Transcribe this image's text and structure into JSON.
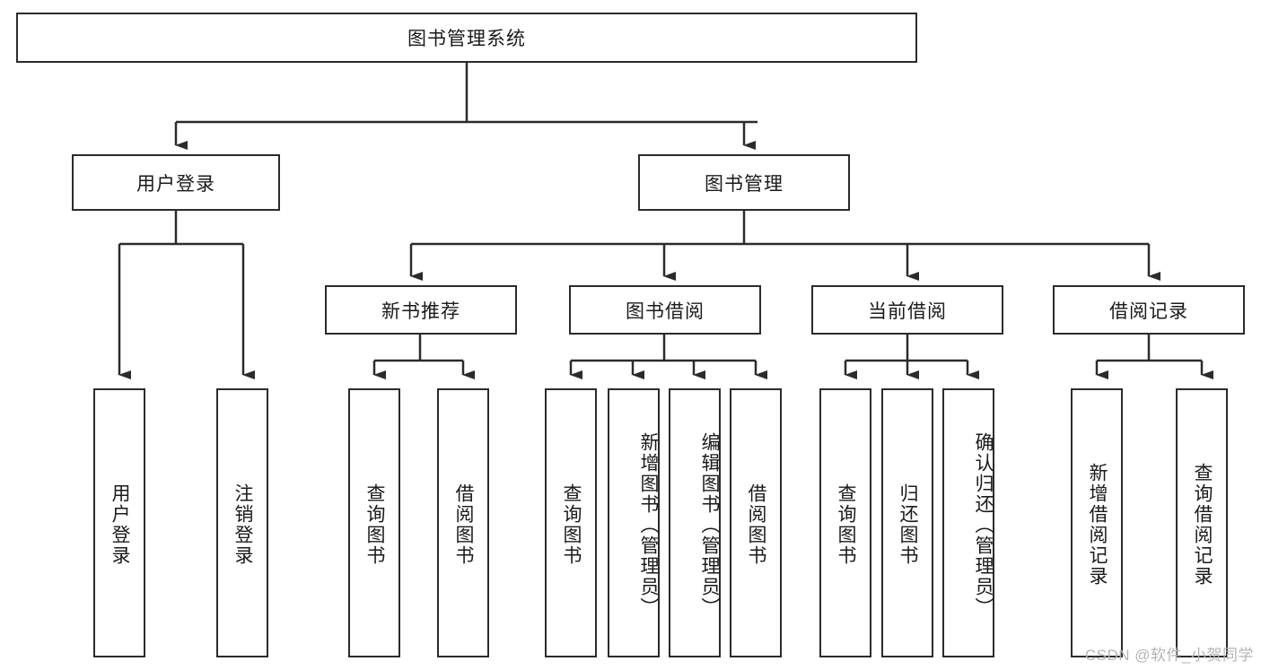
{
  "diagram": {
    "type": "tree-hierarchy",
    "title": "图书管理系统",
    "watermark": "CSDN @软件_小贺同学",
    "colors": {
      "stroke": "#2b2b2b",
      "fill": "#ffffff",
      "text": "#1a1a1a",
      "watermark": "#b4b4b4"
    },
    "nodes": {
      "root": {
        "label": "图书管理系统",
        "level": 1,
        "orientation": "horizontal"
      },
      "level2": [
        {
          "id": "user-login",
          "label": "用户登录",
          "orientation": "horizontal"
        },
        {
          "id": "book-manage",
          "label": "图书管理",
          "orientation": "horizontal"
        }
      ],
      "level3": [
        {
          "id": "new-book-recommend",
          "label": "新书推荐",
          "orientation": "horizontal",
          "parent": "book-manage"
        },
        {
          "id": "book-borrow",
          "label": "图书借阅",
          "orientation": "horizontal",
          "parent": "book-manage"
        },
        {
          "id": "current-borrow",
          "label": "当前借阅",
          "orientation": "horizontal",
          "parent": "book-manage"
        },
        {
          "id": "borrow-record",
          "label": "借阅记录",
          "orientation": "horizontal",
          "parent": "book-manage"
        }
      ],
      "leaves": [
        {
          "id": "leaf-user-login",
          "label": "用户登录",
          "parent": "user-login",
          "orientation": "vertical"
        },
        {
          "id": "leaf-logout-login",
          "label": "注销登录",
          "parent": "user-login",
          "orientation": "vertical"
        },
        {
          "id": "leaf-query-book-1",
          "label": "查询图书",
          "parent": "new-book-recommend",
          "orientation": "vertical"
        },
        {
          "id": "leaf-borrow-book-1",
          "label": "借阅图书",
          "parent": "new-book-recommend",
          "orientation": "vertical"
        },
        {
          "id": "leaf-query-book-2",
          "label": "查询图书",
          "parent": "book-borrow",
          "orientation": "vertical"
        },
        {
          "id": "leaf-add-book",
          "label": "新增图书（管理员）",
          "parent": "book-borrow",
          "orientation": "vertical"
        },
        {
          "id": "leaf-edit-book",
          "label": "编辑图书（管理员）",
          "parent": "book-borrow",
          "orientation": "vertical"
        },
        {
          "id": "leaf-borrow-book-2",
          "label": "借阅图书",
          "parent": "book-borrow",
          "orientation": "vertical"
        },
        {
          "id": "leaf-query-book-3",
          "label": "查询图书",
          "parent": "current-borrow",
          "orientation": "vertical"
        },
        {
          "id": "leaf-return-book",
          "label": "归还图书",
          "parent": "current-borrow",
          "orientation": "vertical"
        },
        {
          "id": "leaf-confirm-return",
          "label": "确认归还（管理员）",
          "parent": "current-borrow",
          "orientation": "vertical"
        },
        {
          "id": "leaf-add-record",
          "label": "新增借阅记录",
          "parent": "borrow-record",
          "orientation": "vertical"
        },
        {
          "id": "leaf-query-record",
          "label": "查询借阅记录",
          "parent": "borrow-record",
          "orientation": "vertical"
        }
      ]
    }
  }
}
